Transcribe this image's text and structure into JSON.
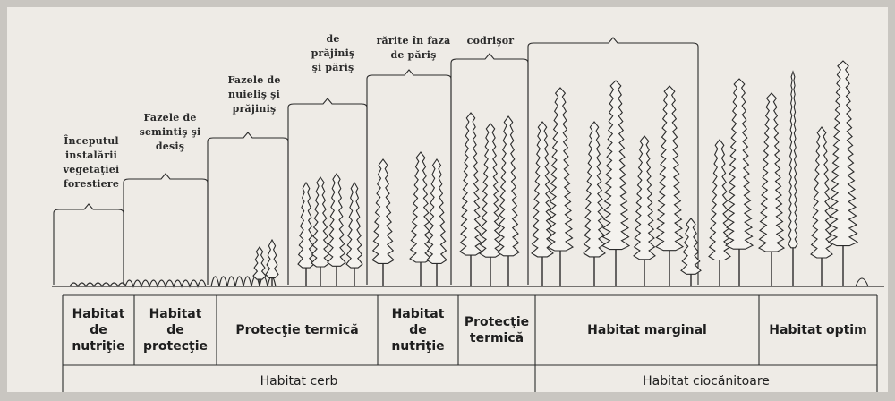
{
  "stages": [
    {
      "id": "s1",
      "text": "Începutul\ninstalării\nvegetaţiei\nforestiere"
    },
    {
      "id": "s2",
      "text": "Fazele de\nsemintiş şi\ndesiş"
    },
    {
      "id": "s3",
      "text": "Fazele de\nnuieliş şi\nprăjiniş"
    },
    {
      "id": "s4",
      "text": "de\nprăjiniş\nşi păriş"
    },
    {
      "id": "s5",
      "text": "rărite în faza\nde păriş"
    },
    {
      "id": "s6",
      "text": "codrişor"
    }
  ],
  "habitats_row1": [
    "Habitat\nde\nnutriţie",
    "Habitat\nde\nprotecţie",
    "Protecţie termică",
    "Habitat\nde\nnutriţie",
    "Protecţie\ntermică",
    "Habitat marginal",
    "Habitat optim"
  ],
  "habitats_row2": [
    "Habitat cerb",
    "Habitat ciocănitoare"
  ],
  "colors": {
    "ink": "#2b2b2b",
    "paper": "#eeebe6",
    "frame": "#c9c6c1"
  }
}
